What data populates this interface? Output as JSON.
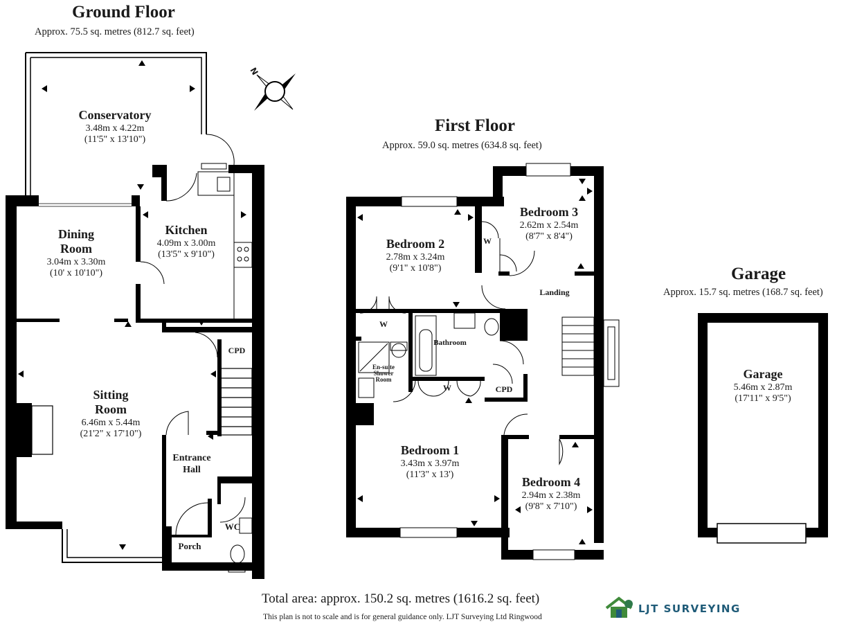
{
  "ground_floor": {
    "title": "Ground Floor",
    "area": "Approx. 75.5 sq. metres (812.7 sq. feet)",
    "rooms": {
      "conservatory": {
        "name": "Conservatory",
        "metric": "3.48m x 4.22m",
        "imperial": "(11'5\" x 13'10\")"
      },
      "dining": {
        "name_1": "Dining",
        "name_2": "Room",
        "metric": "3.04m x 3.30m",
        "imperial": "(10' x 10'10\")"
      },
      "kitchen": {
        "name": "Kitchen",
        "metric": "4.09m x 3.00m",
        "imperial": "(13'5\" x 9'10\")"
      },
      "sitting": {
        "name_1": "Sitting",
        "name_2": "Room",
        "metric": "6.46m x 5.44m",
        "imperial": "(21'2\" x 17'10\")"
      },
      "entrance": {
        "name_1": "Entrance",
        "name_2": "Hall"
      },
      "cpd": "CPD",
      "porch": "Porch",
      "wc": "WC"
    }
  },
  "first_floor": {
    "title": "First Floor",
    "area": "Approx. 59.0 sq. metres (634.8 sq. feet)",
    "rooms": {
      "bedroom1": {
        "name": "Bedroom 1",
        "metric": "3.43m x 3.97m",
        "imperial": "(11'3\" x 13')"
      },
      "bedroom2": {
        "name": "Bedroom 2",
        "metric": "2.78m x 3.24m",
        "imperial": "(9'1\" x 10'8\")"
      },
      "bedroom3": {
        "name": "Bedroom 3",
        "metric": "2.62m x 2.54m",
        "imperial": "(8'7\" x 8'4\")"
      },
      "bedroom4": {
        "name": "Bedroom 4",
        "metric": "2.94m x 2.38m",
        "imperial": "(9'8\" x 7'10\")"
      },
      "landing": "Landing",
      "bathroom": "Bathroom",
      "ensuite_1": "En-suite",
      "ensuite_2": "Shower",
      "ensuite_3": "Room",
      "cpd": "CPD",
      "w": "W"
    }
  },
  "garage": {
    "title": "Garage",
    "area": "Approx. 15.7 sq. metres (168.7 sq. feet)",
    "room": {
      "name": "Garage",
      "metric": "5.46m x 2.87m",
      "imperial": "(17'11\" x 9'5\")"
    }
  },
  "footer": {
    "total": "Total area: approx. 150.2 sq. metres (1616.2 sq. feet)",
    "disclaimer": "This plan is not to scale and is for general guidance only. LJT Surveying Ltd Ringwood",
    "brand": "LJT SURVEYING"
  },
  "compass": {
    "label": "N"
  },
  "colors": {
    "wall": "#000000",
    "fixture": "#9a9a9a",
    "brand_blue": "#1f5b78",
    "brand_green": "#3f8a3a"
  }
}
